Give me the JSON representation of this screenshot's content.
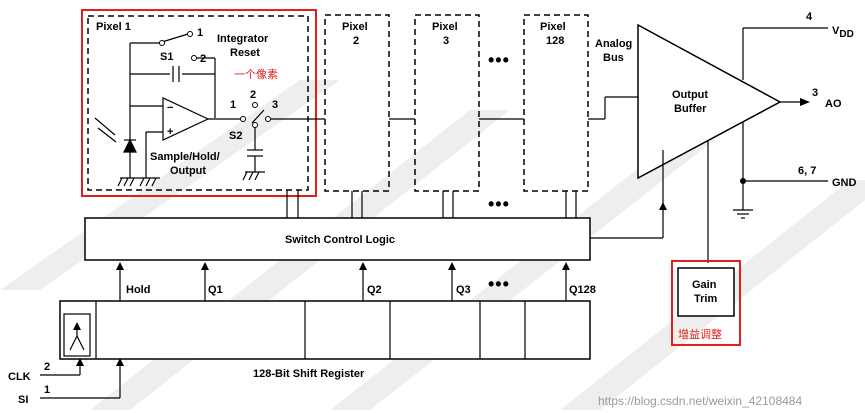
{
  "pixels": [
    {
      "title": "Pixel 1",
      "index": ""
    },
    {
      "title": "Pixel",
      "index": "2"
    },
    {
      "title": "Pixel",
      "index": "3"
    },
    {
      "title": "Pixel",
      "index": "128"
    }
  ],
  "pixel1": {
    "integrator_reset": [
      "Integrator",
      "Reset"
    ],
    "s1": "S1",
    "s2": "S2",
    "s1_pos1": "1",
    "s1_pos2": "2",
    "s2_pos1": "1",
    "s2_pos2": "2",
    "s2_pos3": "3",
    "sample_hold_output": [
      "Sample/Hold/",
      "Output"
    ],
    "annotation": "一个像素"
  },
  "dots": "•••",
  "analog_bus": [
    "Analog",
    "Bus"
  ],
  "output_buffer": [
    "Output",
    "Buffer"
  ],
  "pins": {
    "vdd_num": "4",
    "vdd": "V",
    "vdd_sub": "DD",
    "ao_num": "3",
    "ao": "AO",
    "gnd_num": "6, 7",
    "gnd": "GND",
    "clk_num": "2",
    "clk": "CLK",
    "si_num": "1",
    "si": "SI"
  },
  "switch_control_logic": "Switch Control Logic",
  "signals": [
    "Hold",
    "Q1",
    "Q2",
    "Q3",
    "Q128"
  ],
  "shift_register": "128-Bit Shift Register",
  "gain_trim": [
    "Gain",
    "Trim"
  ],
  "gain_annotation": "增益调整",
  "watermark": "https://blog.csdn.net/weixin_42108484",
  "colors": {
    "highlight": "#e02020",
    "line": "#000000",
    "watermark": "#9a9a9a"
  }
}
